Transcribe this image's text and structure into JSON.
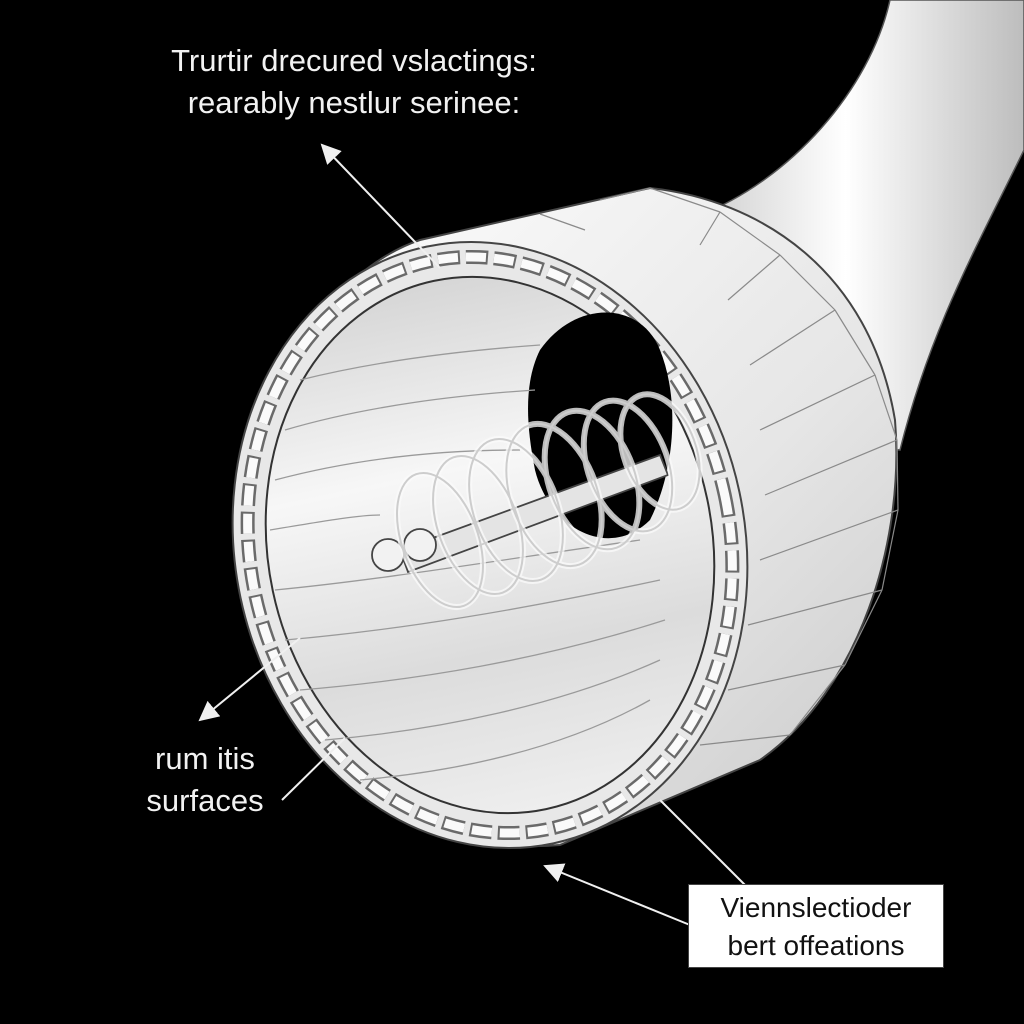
{
  "diagram": {
    "callout_top": {
      "line1": "Trurtir drecured vslactings:",
      "line2": "rearably nestlur serinee:"
    },
    "callout_left": {
      "line1": "rum itis",
      "line2": "surfaces"
    },
    "callout_box": {
      "line1": "Viennslectioder",
      "line2": "bert offeations"
    },
    "colors": {
      "background": "#000000",
      "tube": "#eeeeee",
      "outline": "#4a4a4a",
      "label_text": "#f2f2f2",
      "box_bg": "#ffffff"
    }
  }
}
